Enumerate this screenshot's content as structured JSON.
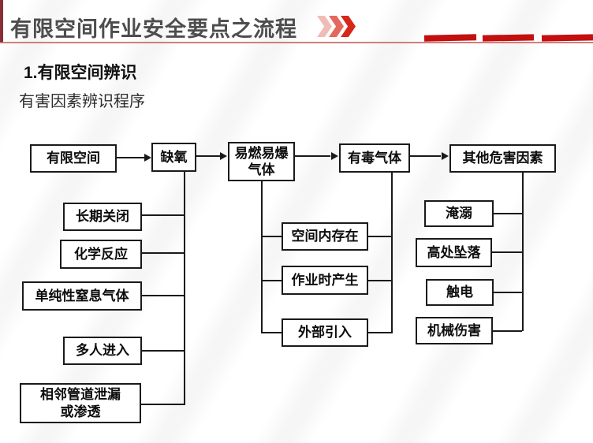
{
  "header": {
    "title": "有限空间作业安全要点之流程",
    "accent_color": "#862f38",
    "red_color": "#c40f0f",
    "chevron_colors": [
      "#f2bcb6",
      "#e4685c",
      "#d6281a"
    ]
  },
  "section": {
    "heading": "1.有限空间辨识",
    "subheading": "有害因素辨识程序"
  },
  "flowchart": {
    "top_row": [
      {
        "label": "有限空间"
      },
      {
        "label": "缺氧"
      },
      {
        "label": "易燃易爆气体"
      },
      {
        "label": "有毒气体"
      },
      {
        "label": "其他危害因素"
      }
    ],
    "oxygen_branch": [
      {
        "label": "长期关闭"
      },
      {
        "label": "化学反应"
      },
      {
        "label": "单纯性窒息气体"
      },
      {
        "label": "多人进入"
      },
      {
        "label": "相邻管道泄漏\n或渗透"
      }
    ],
    "gas_branch": [
      {
        "label": "空间内存在"
      },
      {
        "label": "作业时产生"
      },
      {
        "label": "外部引入"
      }
    ],
    "other_branch": [
      {
        "label": "淹溺"
      },
      {
        "label": "高处坠落"
      },
      {
        "label": "触电"
      },
      {
        "label": "机械伤害"
      }
    ]
  }
}
